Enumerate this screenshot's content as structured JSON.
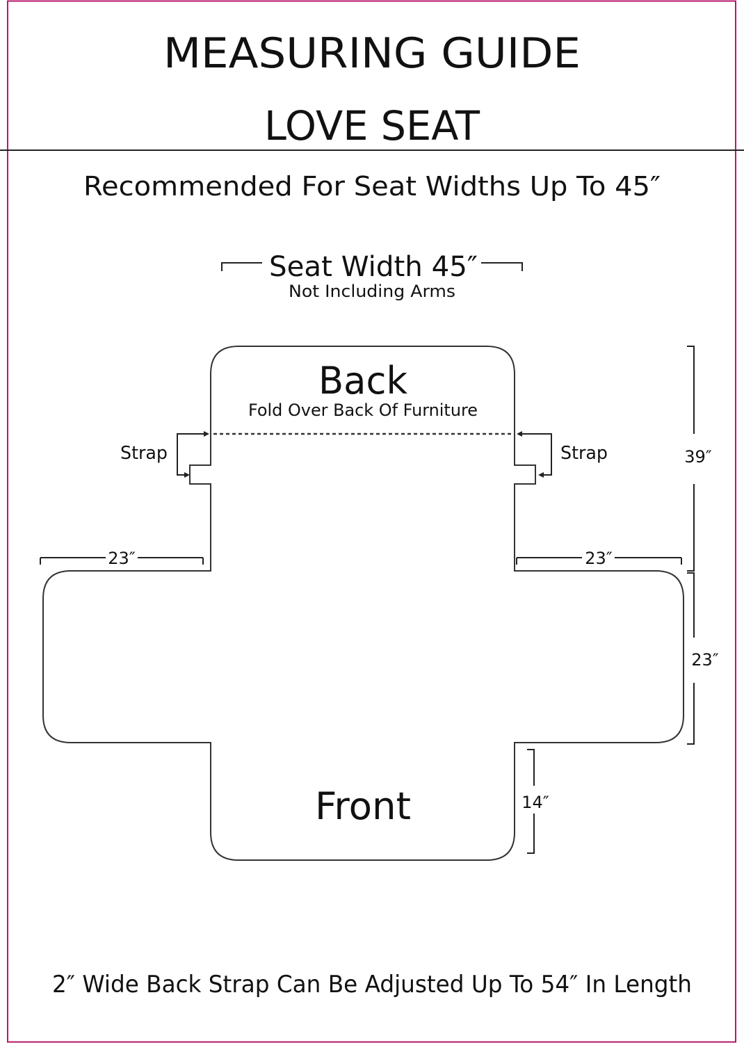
{
  "header": {
    "title": "MEASURING GUIDE",
    "subtitle": "LOVE SEAT"
  },
  "recommendation": "Recommended For Seat Widths Up To 45″",
  "seat_width": {
    "label": "Seat Width 45″",
    "note": "Not Including Arms"
  },
  "panels": {
    "back_label": "Back",
    "back_note": "Fold Over Back Of Furniture",
    "front_label": "Front"
  },
  "straps": {
    "left_label": "Strap",
    "right_label": "Strap"
  },
  "dimensions": {
    "left_arm": "23″",
    "right_arm": "23″",
    "back_height": "39″",
    "seat_depth": "23″",
    "front_drop": "14″"
  },
  "footer": "2″ Wide Back Strap Can Be Adjusted Up To 54″ In Length",
  "colors": {
    "border": "#b5176a",
    "line": "#333333"
  }
}
